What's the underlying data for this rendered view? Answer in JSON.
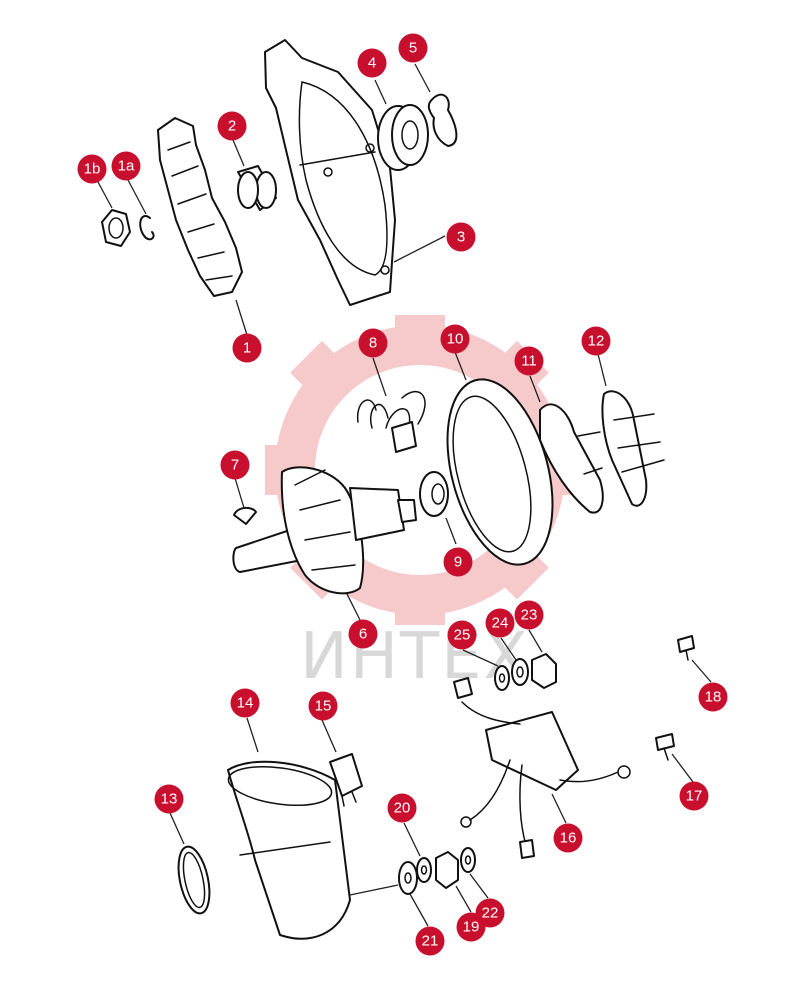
{
  "colors": {
    "callout": "#c8102e",
    "watermark_gear": "#f6c9cb",
    "line": "#111111"
  },
  "watermark": {
    "text": "ИНТЕХ"
  },
  "callouts": [
    {
      "label": "1"
    },
    {
      "label": "1a"
    },
    {
      "label": "1b"
    },
    {
      "label": "2"
    },
    {
      "label": "3"
    },
    {
      "label": "4"
    },
    {
      "label": "5"
    },
    {
      "label": "6"
    },
    {
      "label": "7"
    },
    {
      "label": "8"
    },
    {
      "label": "9"
    },
    {
      "label": "10"
    },
    {
      "label": "11"
    },
    {
      "label": "12"
    },
    {
      "label": "13"
    },
    {
      "label": "14"
    },
    {
      "label": "15"
    },
    {
      "label": "16"
    },
    {
      "label": "17"
    },
    {
      "label": "18"
    },
    {
      "label": "19"
    },
    {
      "label": "20"
    },
    {
      "label": "21"
    },
    {
      "label": "22"
    },
    {
      "label": "23"
    },
    {
      "label": "24"
    },
    {
      "label": "25"
    }
  ]
}
